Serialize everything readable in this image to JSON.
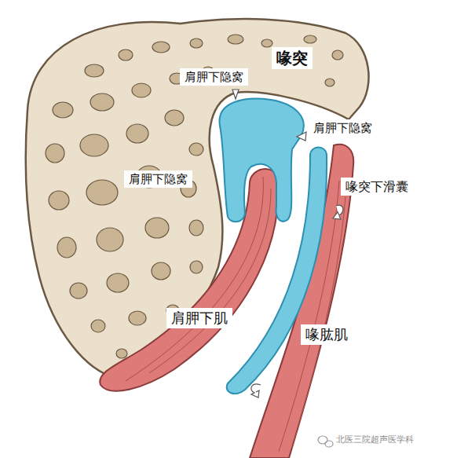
{
  "diagram": {
    "labels": [
      "喙突",
      "肩胛下隐窝",
      "肩胛下隐窝",
      "肩胛下隐窝",
      "喙突下滑囊",
      "肩胛下肌",
      "喙肱肌",
      "北医三院超声医学科"
    ]
  }
}
